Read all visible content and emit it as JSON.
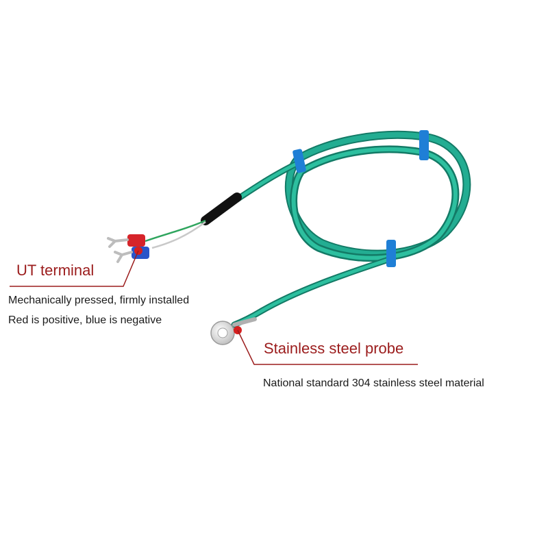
{
  "colors": {
    "callout_red": "#9b1c1c",
    "cable_green": "#1fa58c",
    "clip_blue": "#1f7fd6",
    "terminal_red": "#d6242a",
    "terminal_blue": "#2a55c9"
  },
  "callouts": {
    "ut_terminal": {
      "title": "UT terminal",
      "lines": [
        "Mechanically pressed, firmly installed",
        "Red is positive, blue is negative"
      ]
    },
    "probe": {
      "title": "Stainless steel probe",
      "lines": [
        "National standard 304 stainless steel material"
      ]
    }
  }
}
